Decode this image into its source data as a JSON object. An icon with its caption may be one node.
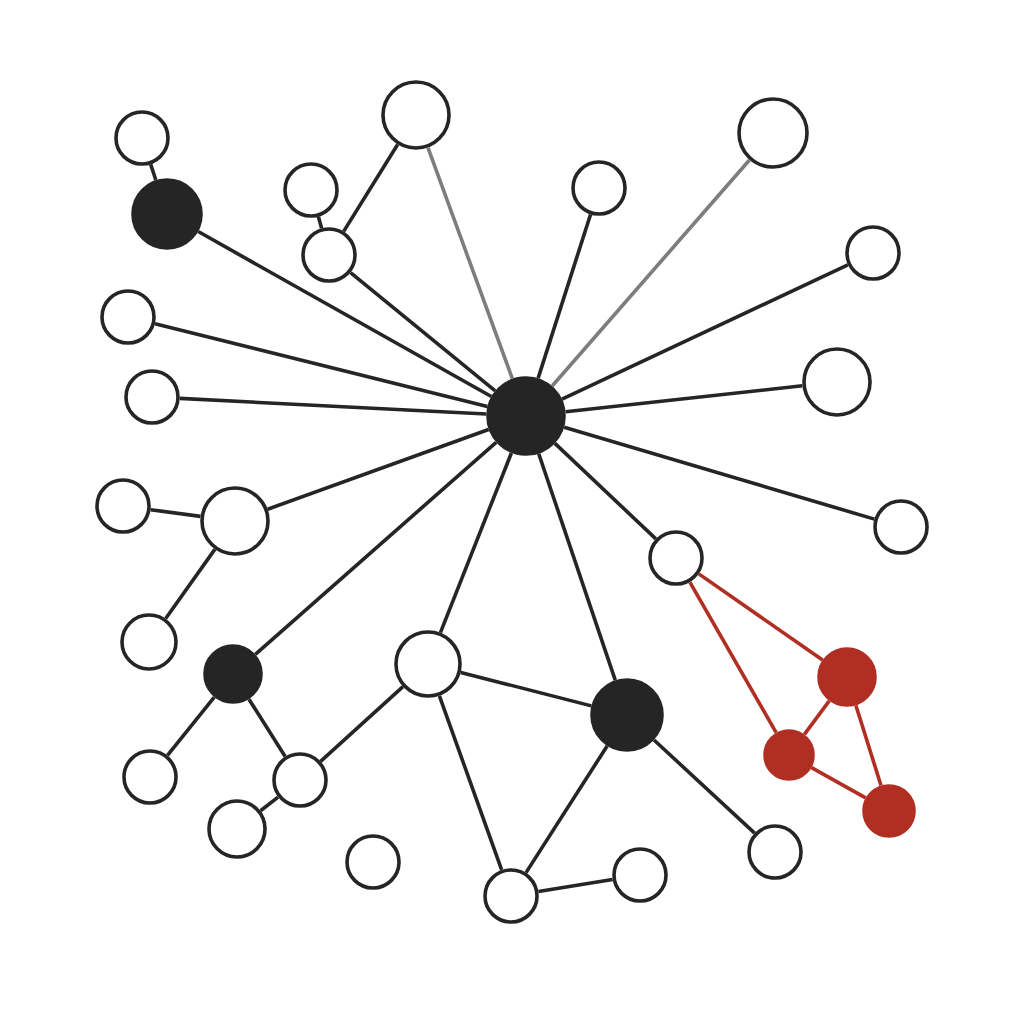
{
  "diagram": {
    "nodes": [
      {
        "text": [],
        "shape": "circle"
      },
      {
        "text": [],
        "shape": "circle"
      },
      {
        "text": [],
        "shape": "circle"
      },
      {
        "text": [],
        "shape": "circle"
      },
      {
        "text": [],
        "shape": "circle"
      },
      {
        "text": [],
        "shape": "circle"
      },
      {
        "text": [],
        "shape": "circle"
      },
      {
        "text": [],
        "shape": "circle"
      },
      {
        "text": [],
        "shape": "circle"
      },
      {
        "text": [],
        "shape": "circle"
      },
      {
        "text": [],
        "shape": "circle"
      },
      {
        "text": [],
        "shape": "circle"
      },
      {
        "text": [],
        "shape": "circle"
      },
      {
        "text": [],
        "shape": "circle"
      },
      {
        "text": [],
        "shape": "circle"
      },
      {
        "text": [],
        "shape": "circle"
      },
      {
        "text": [],
        "shape": "circle"
      },
      {
        "text": [],
        "shape": "circle"
      },
      {
        "text": [],
        "shape": "circle"
      },
      {
        "text": [],
        "shape": "circle"
      },
      {
        "text": [],
        "shape": "circle"
      },
      {
        "text": [],
        "shape": "circle"
      },
      {
        "text": [],
        "shape": "circle"
      },
      {
        "text": [],
        "shape": "circle"
      },
      {
        "text": [],
        "shape": "circle"
      },
      {
        "text": [],
        "shape": "circle"
      },
      {
        "text": [],
        "shape": "circle"
      },
      {
        "text": [],
        "shape": "circle"
      },
      {
        "text": [],
        "shape": "circle"
      },
      {
        "text": [],
        "shape": "circle"
      }
    ],
    "edges": [
      {
        "from": 2,
        "to": 5,
        "arrow": "none"
      },
      {
        "from": 4,
        "to": 7,
        "arrow": "none"
      },
      {
        "from": 0,
        "to": 7,
        "arrow": "none"
      },
      {
        "from": 11,
        "to": 0,
        "arrow": "none",
        "color": "#7d7d7d"
      },
      {
        "from": 11,
        "to": 1,
        "arrow": "none",
        "color": "#7d7d7d"
      },
      {
        "from": 11,
        "to": 3,
        "arrow": "none"
      },
      {
        "from": 11,
        "to": 5,
        "arrow": "none"
      },
      {
        "from": 11,
        "to": 6,
        "arrow": "none"
      },
      {
        "from": 11,
        "to": 7,
        "arrow": "none"
      },
      {
        "from": 11,
        "to": 8,
        "arrow": "none"
      },
      {
        "from": 11,
        "to": 9,
        "arrow": "none"
      },
      {
        "from": 11,
        "to": 10,
        "arrow": "none"
      },
      {
        "from": 11,
        "to": 13,
        "arrow": "none"
      },
      {
        "from": 11,
        "to": 14,
        "arrow": "none"
      },
      {
        "from": 11,
        "to": 15,
        "arrow": "none"
      },
      {
        "from": 11,
        "to": 17,
        "arrow": "none"
      },
      {
        "from": 11,
        "to": 18,
        "arrow": "none"
      },
      {
        "from": 11,
        "to": 20,
        "arrow": "none"
      },
      {
        "from": 12,
        "to": 13,
        "arrow": "none"
      },
      {
        "from": 13,
        "to": 16,
        "arrow": "none"
      },
      {
        "from": 15,
        "to": 19,
        "arrow": "none",
        "color": "#b02e22"
      },
      {
        "from": 15,
        "to": 21,
        "arrow": "none",
        "color": "#b02e22"
      },
      {
        "from": 17,
        "to": 23,
        "arrow": "none"
      },
      {
        "from": 17,
        "to": 20,
        "arrow": "none"
      },
      {
        "from": 17,
        "to": 29,
        "arrow": "none"
      },
      {
        "from": 18,
        "to": 22,
        "arrow": "none"
      },
      {
        "from": 18,
        "to": 23,
        "arrow": "none"
      },
      {
        "from": 19,
        "to": 21,
        "arrow": "none",
        "color": "#b02e22"
      },
      {
        "from": 19,
        "to": 24,
        "arrow": "none",
        "color": "#b02e22"
      },
      {
        "from": 21,
        "to": 24,
        "arrow": "none",
        "color": "#b02e22"
      },
      {
        "from": 20,
        "to": 26,
        "arrow": "none"
      },
      {
        "from": 20,
        "to": 29,
        "arrow": "none"
      },
      {
        "from": 23,
        "to": 25,
        "arrow": "none"
      },
      {
        "from": 29,
        "to": 28,
        "arrow": "none"
      }
    ]
  }
}
